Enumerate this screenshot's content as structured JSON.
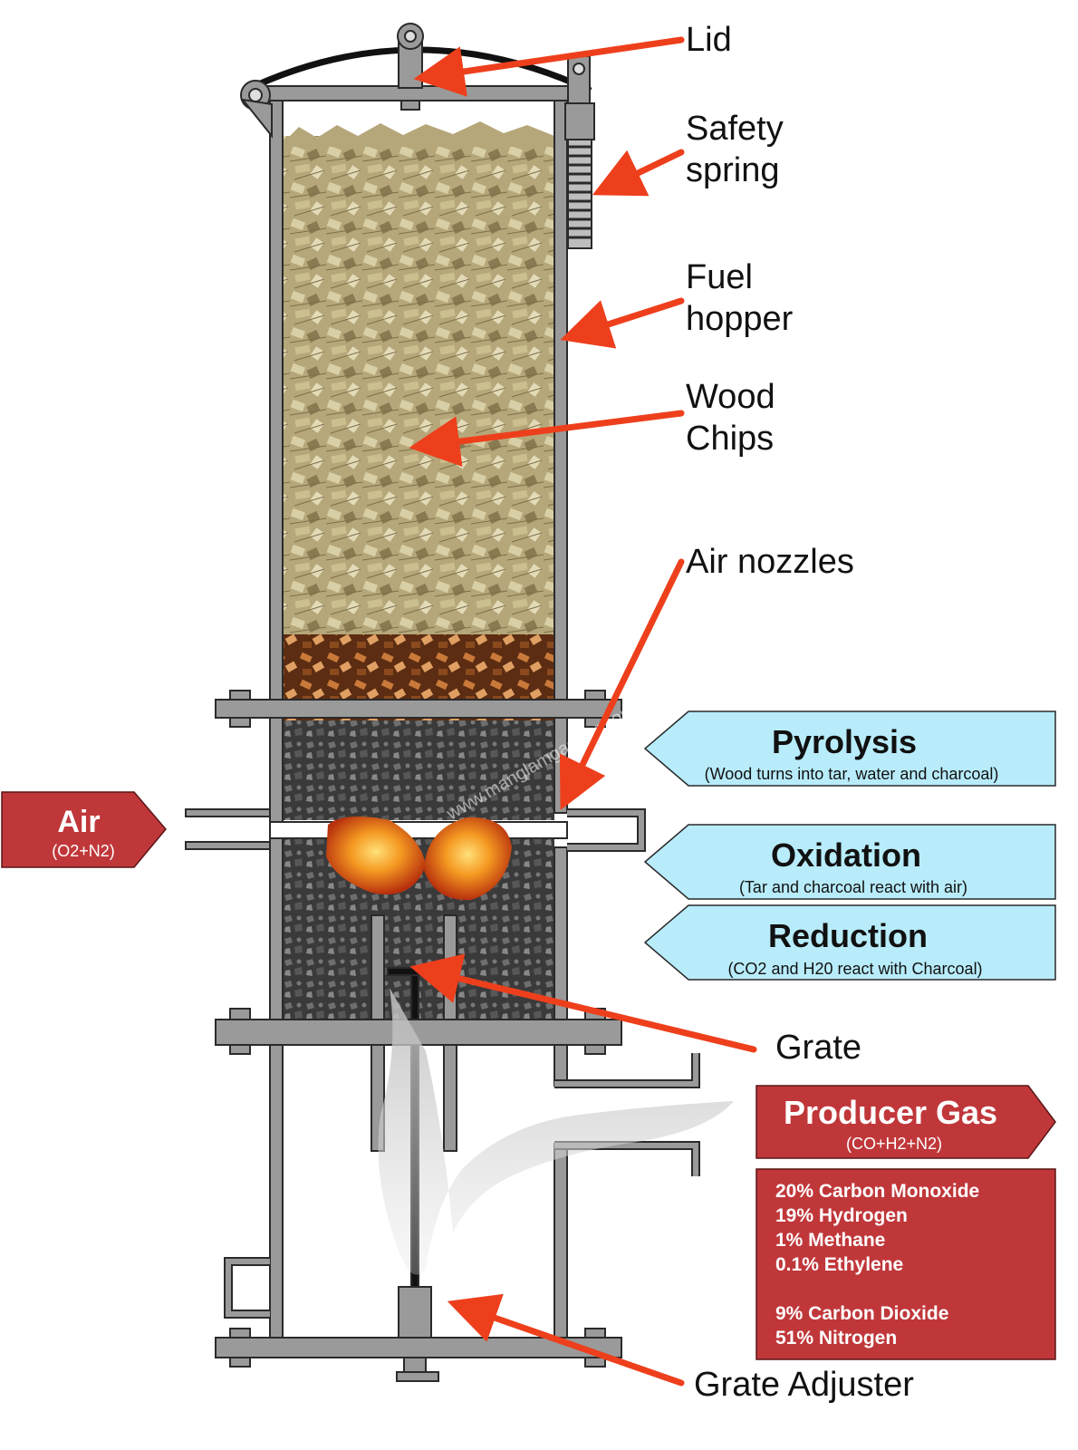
{
  "labels": {
    "lid": "Lid",
    "safety_spring": [
      "Safety",
      "spring"
    ],
    "fuel_hopper": [
      "Fuel",
      "hopper"
    ],
    "wood_chips": [
      "Wood",
      "Chips"
    ],
    "air_nozzles": "Air nozzles",
    "grate": "Grate",
    "grate_adjuster": "Grate Adjuster"
  },
  "zones": {
    "pyrolysis": {
      "title": "Pyrolysis",
      "subtitle": "(Wood turns into tar, water and charcoal)"
    },
    "oxidation": {
      "title": "Oxidation",
      "subtitle": "(Tar and charcoal react with air)"
    },
    "reduction": {
      "title": "Reduction",
      "subtitle": "(CO2 and H20 react with Charcoal)"
    }
  },
  "air": {
    "title": "Air",
    "subtitle": "(O2+N2)"
  },
  "producer_gas": {
    "title": "Producer Gas",
    "subtitle": "(CO+H2+N2)",
    "composition": [
      "20% Carbon Monoxide",
      "19% Hydrogen",
      "1% Methane",
      "0.1% Ethylene",
      "",
      "9% Carbon Dioxide",
      "51% Nitrogen"
    ]
  },
  "watermark": "www.manglamgasifier.com",
  "colors": {
    "arrow": "#ee3f1c",
    "red_tag": "#c0373a",
    "blue_tag": "#b8ecfb",
    "steel": "#9a9a9a",
    "steel_dark": "#2a2a2a"
  }
}
